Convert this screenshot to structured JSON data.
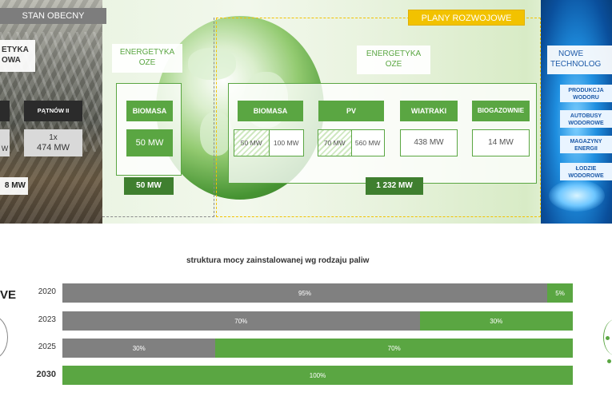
{
  "banner": {
    "current_state_label": "STAN OBECNY",
    "development_plans_label": "PLANY ROZWOJOWE",
    "left_card": {
      "line1": "ETYKA",
      "line2": "OWA"
    },
    "left_units": [
      {
        "name": "",
        "count": "",
        "power": "W"
      },
      {
        "name": "PĄTNÓW II",
        "count": "1x",
        "power": "474 MW"
      }
    ],
    "left_total": "8 MW",
    "oze_current": {
      "title_line1": "ENERGETYKA",
      "title_line2": "OZE",
      "item": "BIOMASA",
      "value": "50 MW",
      "total": "50 MW"
    },
    "oze_plans": {
      "title_line1": "ENERGETYKA",
      "title_line2": "OZE",
      "items": [
        {
          "name": "BIOMASA",
          "split": [
            "50 MW",
            "100 MW"
          ]
        },
        {
          "name": "PV",
          "split": [
            "70 MW",
            "560 MW"
          ]
        },
        {
          "name": "WIATRAKI",
          "value": "438 MW"
        },
        {
          "name": "BIOGAZOWNIE",
          "value": "14 MW"
        }
      ],
      "total": "1 232 MW"
    },
    "new_tech": {
      "title_line1": "NOWE",
      "title_line2": "TECHNOLOG",
      "items": [
        "PRODUKCJA WODORU",
        "AUTOBUSY WODOROWE",
        "MAGAZYNY ENERGII",
        "ŁODZIE WODOROWE"
      ]
    }
  },
  "chart_data": {
    "type": "bar",
    "orientation": "horizontal-stacked",
    "title": "struktura mocy zainstalowanej wg rodzaju paliw",
    "categories": [
      "2020",
      "2023",
      "2025",
      "2030"
    ],
    "series": [
      {
        "values": [
          95,
          70,
          30,
          0
        ],
        "color": "#808080"
      },
      {
        "values": [
          5,
          30,
          70,
          100
        ],
        "color": "#5aa642"
      }
    ],
    "segment_labels": [
      [
        "95%",
        "5%"
      ],
      [
        "70%",
        "30%"
      ],
      [
        "30%",
        "70%"
      ],
      [
        "",
        "100%"
      ]
    ],
    "xlim": [
      0,
      100
    ],
    "grid": false,
    "legend": "none"
  },
  "side_fragments": {
    "left_text": "VE"
  },
  "colors": {
    "grey": "#808080",
    "green": "#5aa642",
    "dark_green": "#3f7f2f",
    "yellow": "#f2c200"
  }
}
